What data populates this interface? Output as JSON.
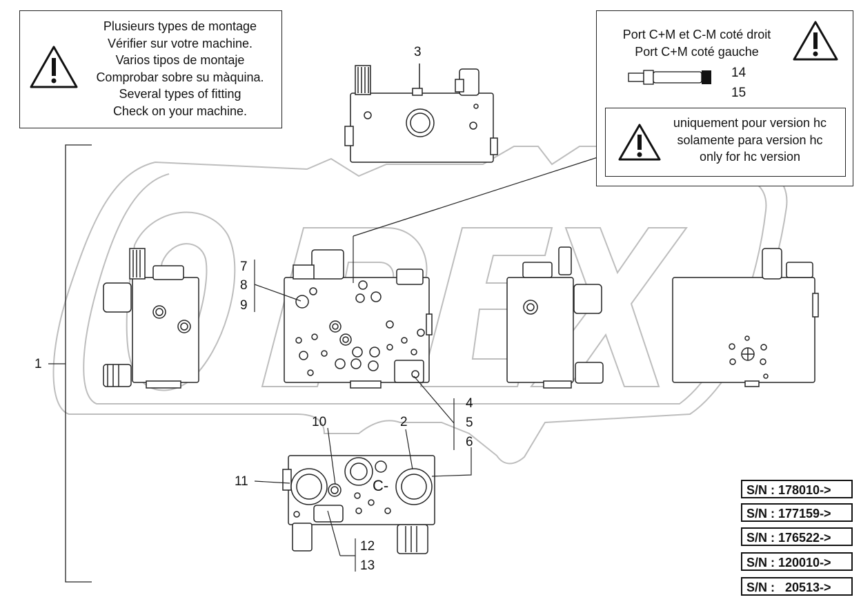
{
  "note_left": {
    "lines": [
      "Plusieurs types de montage",
      "Vérifier sur votre machine.",
      "Varios tipos de montaje",
      "Comprobar sobre su màquina.",
      "Several types of fitting",
      "Check on your machine."
    ]
  },
  "note_right": {
    "lines": [
      "Port C+M et C-M coté droit",
      "Port C+M coté gauche"
    ]
  },
  "note_hc": {
    "lines": [
      "uniquement pour version hc",
      "solamente para version hc",
      "only for hc version"
    ]
  },
  "callouts": {
    "c1": "1",
    "c2": "2",
    "c3": "3",
    "c4": "4",
    "c5": "5",
    "c6": "6",
    "c7": "7",
    "c8": "8",
    "c9": "9",
    "c10": "10",
    "c11": "11",
    "c12": "12",
    "c13": "13",
    "c14": "14",
    "c15": "15"
  },
  "port_label": "C-",
  "serial_numbers": [
    "S/N : 178010->",
    "S/N : 177159->",
    "S/N : 176522->",
    "S/N : 120010->",
    "S/N :   20513->"
  ],
  "icons": {
    "warning": "warning-triangle-icon",
    "connector": "cartridge-connector-icon",
    "watermark": "opex-gear-watermark"
  }
}
